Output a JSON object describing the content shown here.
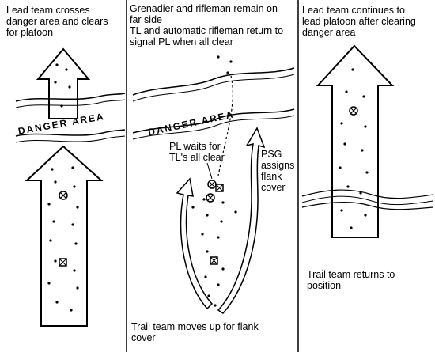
{
  "panels": [
    {
      "caption": [
        "Lead team crosses",
        "danger area and clears",
        "for platoon"
      ],
      "zone_label": "DANGER AREA"
    },
    {
      "caption": [
        "Grenadier and rifleman remain on",
        "far side",
        "TL and automatic rifleman return to",
        "signal PL when all clear"
      ],
      "zone_label": "DANGER AREA",
      "notes": {
        "pl": [
          "PL waits for",
          "TL's all clear"
        ],
        "psg": [
          "PSG",
          "assigns",
          "flank",
          "cover"
        ],
        "trail": [
          "Trail team moves up for flank",
          "cover"
        ]
      }
    },
    {
      "caption": [
        "Lead team continues to",
        "lead platoon after clearing",
        "danger area"
      ],
      "notes": {
        "trail": [
          "Trail team returns to",
          "position"
        ]
      }
    }
  ],
  "colors": {
    "line": "#000000",
    "ground": "#ffffff"
  }
}
